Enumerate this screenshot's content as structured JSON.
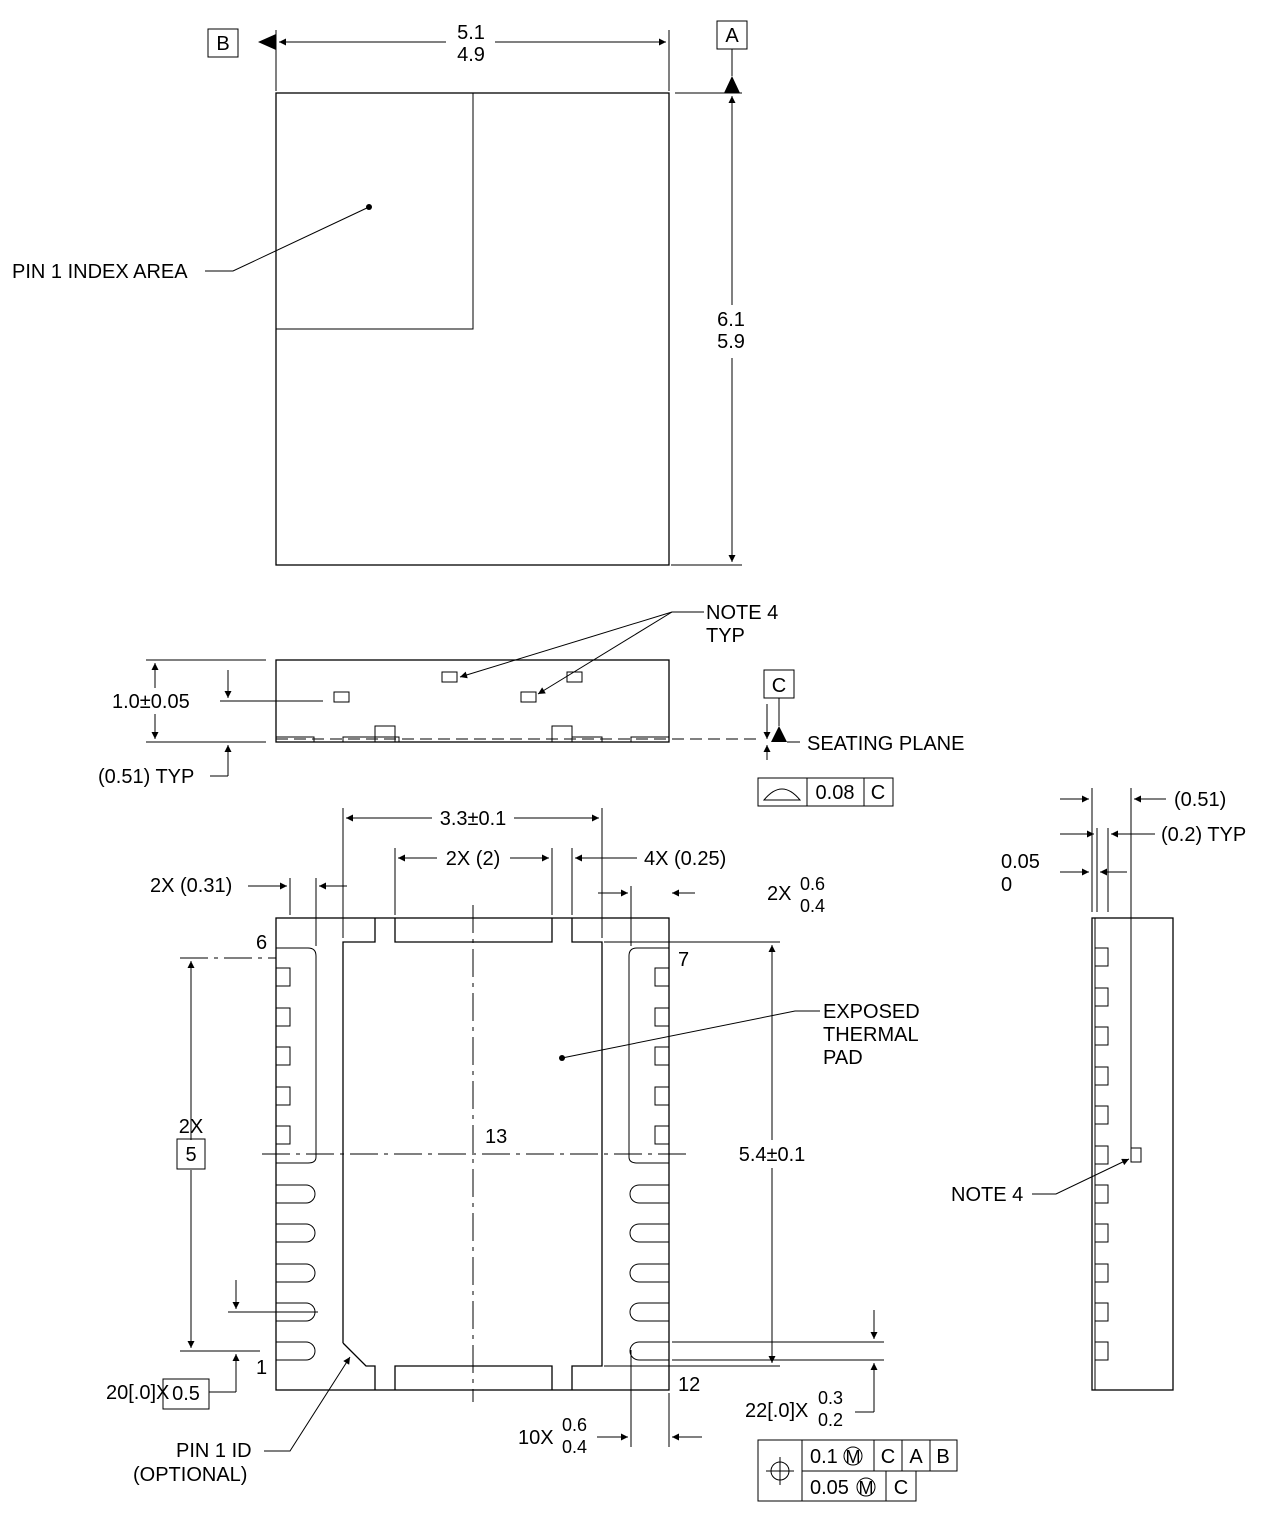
{
  "top_view": {
    "datum_a": "A",
    "datum_b": "B",
    "width_max": "5.1",
    "width_min": "4.9",
    "height_max": "6.1",
    "height_min": "5.9",
    "pin1_index_label": "PIN 1 INDEX AREA"
  },
  "side_view": {
    "note4_line1": "NOTE 4",
    "note4_line2": "TYP",
    "thickness": "1.0±0.05",
    "standoff": "(0.51) TYP",
    "datum_c": "C",
    "seating_plane": "SEATING PLANE",
    "flatness_value": "0.08",
    "flatness_datum": "C"
  },
  "bottom_view": {
    "pad_width": "3.3±0.1",
    "tab_spacing": "2X (2)",
    "tab_width": "4X (0.25)",
    "corner_offset": "2X (0.31)",
    "corner_tab_prefix": "2X",
    "corner_tab_max": "0.6",
    "corner_tab_min": "0.4",
    "pin6": "6",
    "pin7": "7",
    "pin1": "1",
    "pin12": "12",
    "pad_number": "13",
    "exposed_pad_line1": "EXPOSED",
    "exposed_pad_line2": "THERMAL",
    "exposed_pad_line3": "PAD",
    "span_count": "2X",
    "span_basic": "5",
    "pad_height": "5.4±0.1",
    "pitch_prefix": "20[.0]X",
    "pitch_basic": "0.5",
    "lead_width_prefix": "22[.0]X",
    "lead_width_max": "0.3",
    "lead_width_min": "0.2",
    "lead_length_prefix": "10X",
    "lead_length_max": "0.6",
    "lead_length_min": "0.4",
    "pin1_id_line1": "PIN 1 ID",
    "pin1_id_line2": "(OPTIONAL)",
    "fcf_row1_tol": "0.1",
    "fcf_row1_c": "C",
    "fcf_row1_a": "A",
    "fcf_row1_b": "B",
    "fcf_row2_tol": "0.05",
    "fcf_row2_c": "C"
  },
  "end_view": {
    "lead_span": "(0.51)",
    "lead_thickness": "(0.2) TYP",
    "standoff_max": "0.05",
    "standoff_min": "0",
    "note4": "NOTE 4"
  }
}
